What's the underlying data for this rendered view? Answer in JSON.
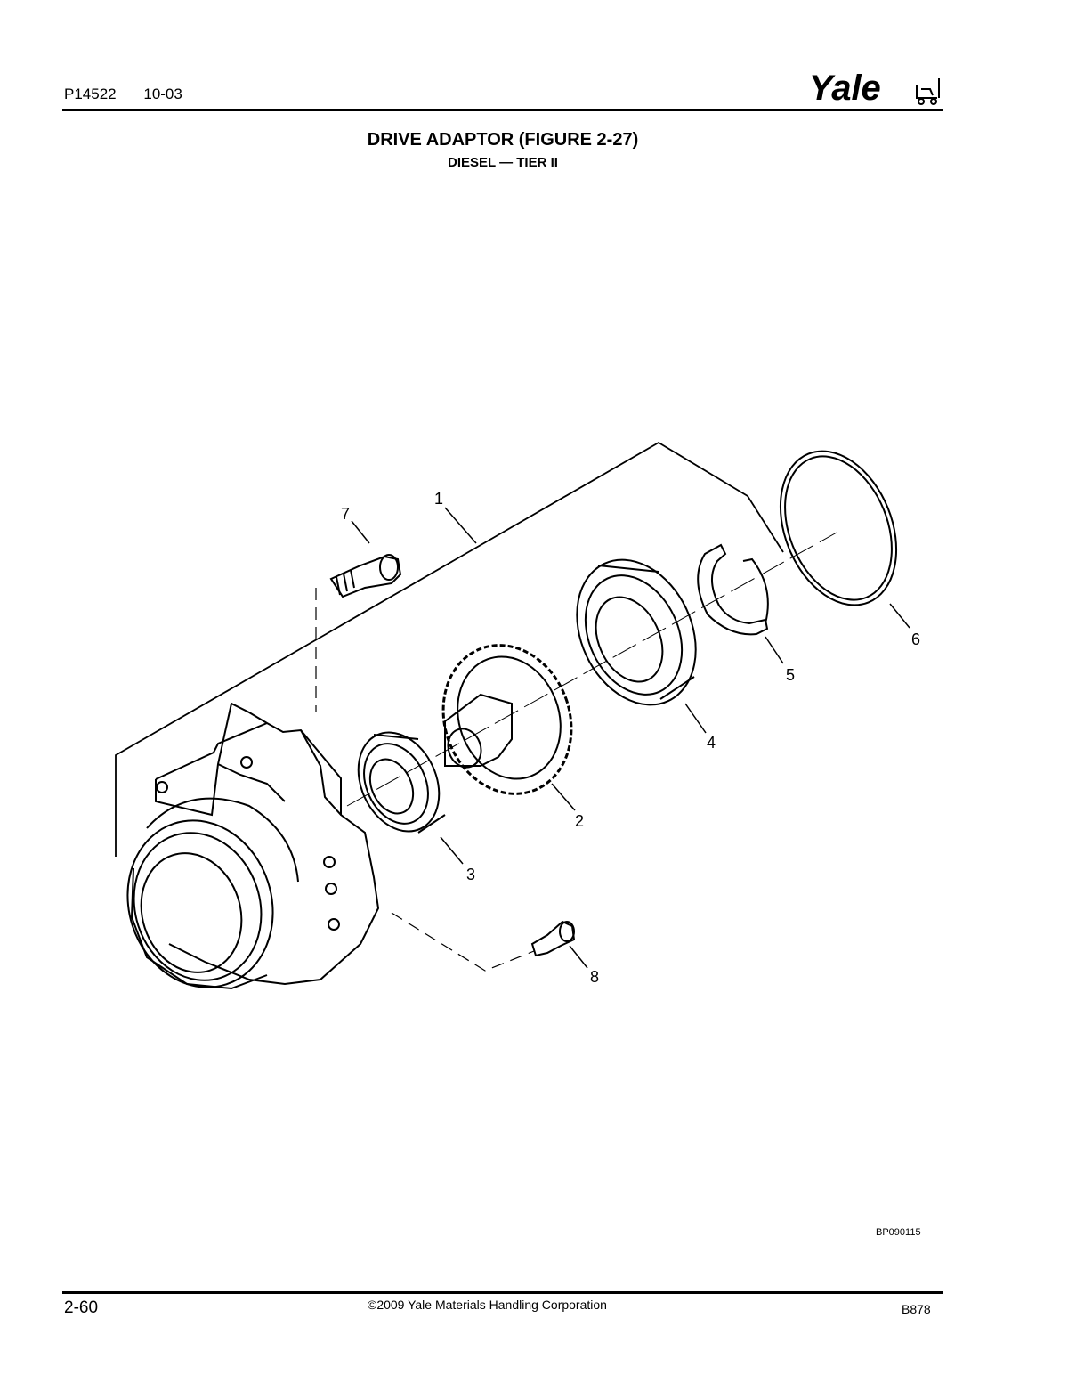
{
  "header": {
    "part_number": "P14522",
    "date": "10-03",
    "logo_text": "Yale"
  },
  "title": "DRIVE ADAPTOR (FIGURE 2-27)",
  "subtitle": "DIESEL — TIER II",
  "figure": {
    "callouts": [
      "1",
      "2",
      "3",
      "4",
      "5",
      "6",
      "7",
      "8"
    ]
  },
  "figure_code": "BP090115",
  "footer": {
    "page": "2-60",
    "copyright": "©2009 Yale Materials Handling Corporation",
    "doc_code": "B878"
  }
}
